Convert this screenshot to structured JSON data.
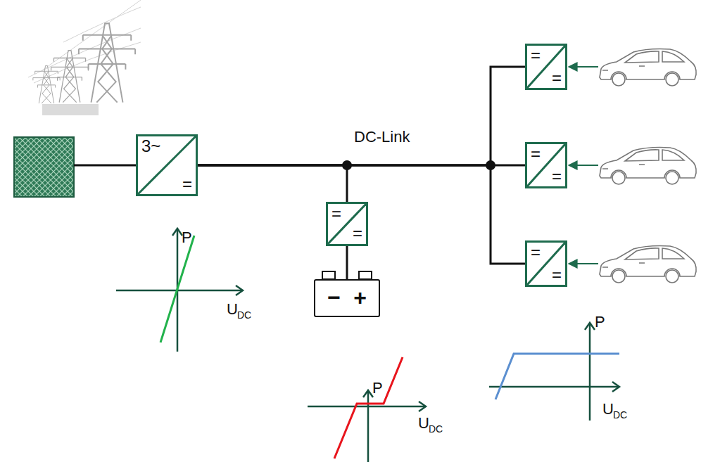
{
  "diagram": {
    "nodes": [
      {
        "text": [
          "3~",
          "="
        ]
      },
      {
        "text": [
          "=",
          "="
        ]
      },
      {
        "text": [
          "−",
          "+"
        ]
      },
      {
        "text": [
          "=",
          "="
        ]
      },
      {
        "text": [
          "=",
          "="
        ]
      },
      {
        "text": [
          "=",
          "="
        ]
      }
    ],
    "edges": [
      {
        "from": 0,
        "to": 1,
        "arrow": "none"
      },
      {
        "from": 0,
        "to": 3,
        "arrow": "none"
      },
      {
        "from": 0,
        "to": 4,
        "arrow": "none"
      },
      {
        "from": 0,
        "to": 5,
        "arrow": "none"
      },
      {
        "from": 1,
        "to": 2,
        "arrow": "none"
      }
    ],
    "labels": [
      "DC-Link",
      "P",
      "U",
      "DC",
      "P",
      "U",
      "DC",
      "P",
      "U",
      "DC"
    ]
  }
}
